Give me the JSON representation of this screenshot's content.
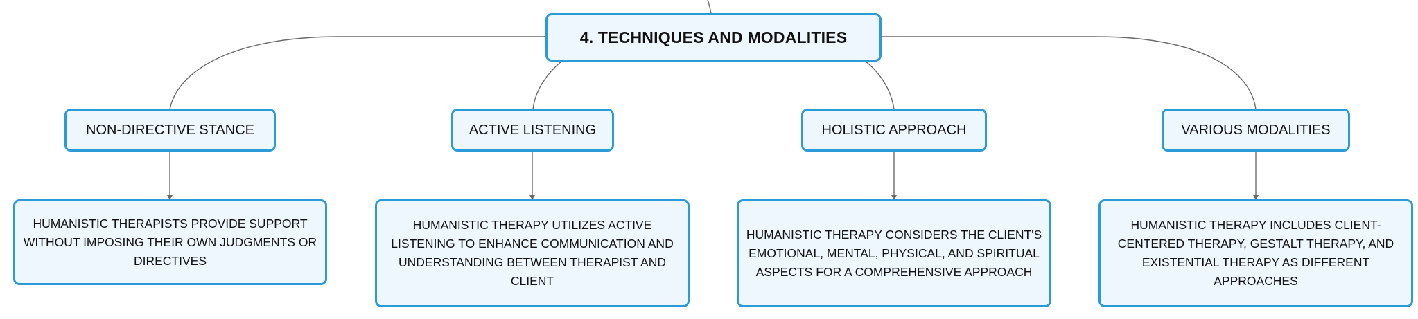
{
  "root": {
    "label": "4. TECHNIQUES AND MODALITIES"
  },
  "branches": [
    {
      "label": "NON-DIRECTIVE STANCE",
      "detail": "HUMANISTIC THERAPISTS PROVIDE SUPPORT WITHOUT IMPOSING THEIR OWN JUDGMENTS OR DIRECTIVES"
    },
    {
      "label": "ACTIVE LISTENING",
      "detail": "HUMANISTIC THERAPY UTILIZES ACTIVE LISTENING TO ENHANCE COMMUNICATION AND UNDERSTANDING BETWEEN THERAPIST AND CLIENT"
    },
    {
      "label": "HOLISTIC APPROACH",
      "detail": "HUMANISTIC THERAPY CONSIDERS THE CLIENT'S EMOTIONAL, MENTAL, PHYSICAL, AND SPIRITUAL ASPECTS FOR A COMPREHENSIVE APPROACH"
    },
    {
      "label": "VARIOUS MODALITIES",
      "detail": "HUMANISTIC THERAPY INCLUDES CLIENT-CENTERED THERAPY, GESTALT THERAPY, AND EXISTENTIAL THERAPY AS DIFFERENT APPROACHES"
    }
  ]
}
